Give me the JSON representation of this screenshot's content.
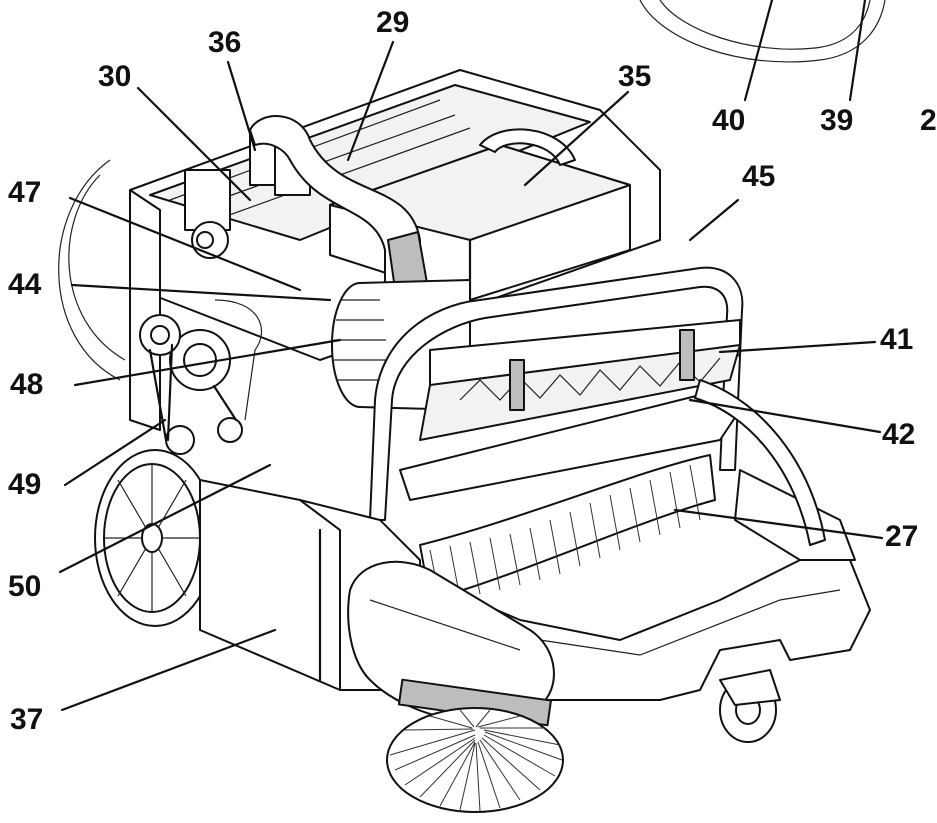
{
  "callouts": [
    {
      "id": "29",
      "label": "29"
    },
    {
      "id": "36",
      "label": "36"
    },
    {
      "id": "30",
      "label": "30"
    },
    {
      "id": "35",
      "label": "35"
    },
    {
      "id": "40",
      "label": "40"
    },
    {
      "id": "39",
      "label": "39"
    },
    {
      "id": "2x",
      "label": "2"
    },
    {
      "id": "45",
      "label": "45"
    },
    {
      "id": "47",
      "label": "47"
    },
    {
      "id": "44",
      "label": "44"
    },
    {
      "id": "41",
      "label": "41"
    },
    {
      "id": "48",
      "label": "48"
    },
    {
      "id": "42",
      "label": "42"
    },
    {
      "id": "49",
      "label": "49"
    },
    {
      "id": "27",
      "label": "27"
    },
    {
      "id": "50",
      "label": "50"
    },
    {
      "id": "37",
      "label": "37"
    }
  ],
  "colors": {
    "line": "#111111",
    "background": "#ffffff",
    "shade": "#bdbdbd"
  }
}
